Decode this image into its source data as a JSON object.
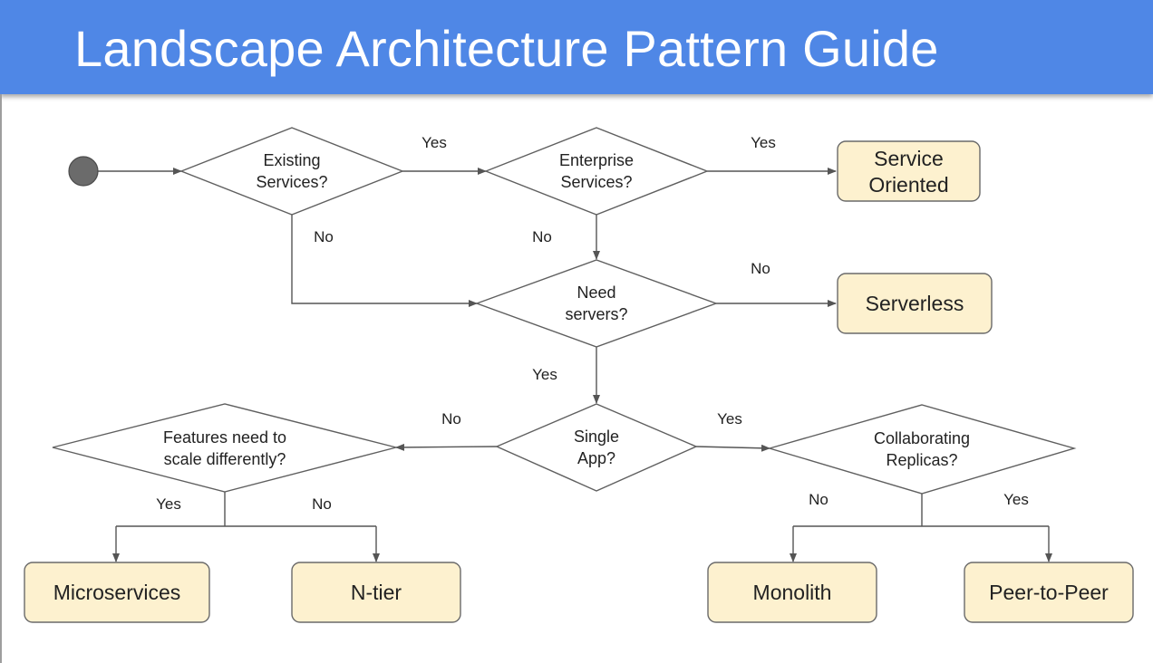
{
  "title": "Landscape Architecture Pattern Guide",
  "decisions": {
    "existing_services": [
      "Existing",
      "Services?"
    ],
    "enterprise_services": [
      "Enterprise",
      "Services?"
    ],
    "need_servers": [
      "Need",
      "servers?"
    ],
    "single_app": [
      "Single",
      "App?"
    ],
    "features_scale": [
      "Features need to",
      "scale differently?"
    ],
    "collaborating_replicas": [
      "Collaborating",
      "Replicas?"
    ]
  },
  "outcomes": {
    "service_oriented": [
      "Service",
      "Oriented"
    ],
    "serverless": "Serverless",
    "microservices": "Microservices",
    "n_tier": "N-tier",
    "monolith": "Monolith",
    "peer_to_peer": "Peer-to-Peer"
  },
  "edge_labels": {
    "existing_yes": "Yes",
    "enterprise_yes": "Yes",
    "existing_no": "No",
    "enterprise_no": "No",
    "need_servers_no": "No",
    "need_servers_yes": "Yes",
    "single_app_no": "No",
    "single_app_yes": "Yes",
    "features_yes": "Yes",
    "features_no": "No",
    "replicas_no": "No",
    "replicas_yes": "Yes"
  },
  "colors": {
    "header": "#4f87e6",
    "outcome_fill": "#fdf1cf",
    "start_node": "#6b6b6b"
  }
}
